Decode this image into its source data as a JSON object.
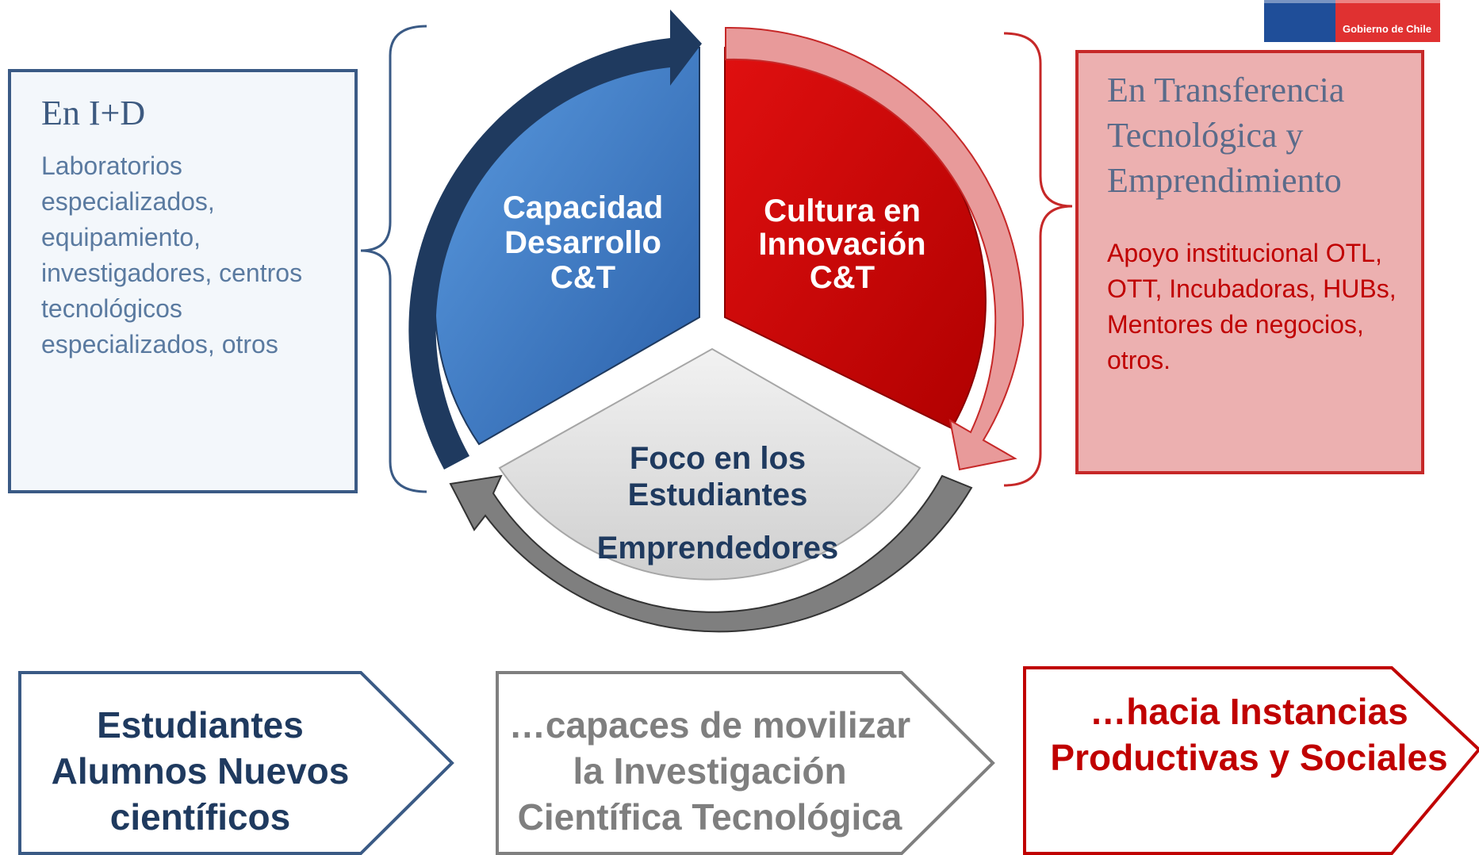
{
  "logo": {
    "text": "Gobierno de Chile"
  },
  "left_box": {
    "title": "En I+D",
    "body": "Laboratorios especializados, equipamiento, investigadores, centros tecnológicos especializados, otros"
  },
  "right_box": {
    "title": "En Transferencia Tecnológica y Emprendimiento",
    "body": "Apoyo institucional OTL, OTT, Incubadoras, HUBs, Mentores de negocios, otros."
  },
  "cycle": {
    "blue_segment": "Capacidad Desarrollo C&T",
    "red_segment": "Cultura en Innovación C&T",
    "gray_segment_line1": "Foco en los Estudiantes",
    "gray_segment_line2": "Emprendedores"
  },
  "chevrons": [
    {
      "text": "Estudiantes Alumnos Nuevos científicos"
    },
    {
      "text": "…capaces de movilizar la Investigación Científica Tecnológica"
    },
    {
      "text": "…hacia Instancias Productivas y Sociales"
    }
  ],
  "colors": {
    "blue": "#3a78c8",
    "dark_blue": "#1f3a5f",
    "red": "#c00000",
    "pink": "#ecb0b0",
    "gray": "#d9d9d9"
  }
}
